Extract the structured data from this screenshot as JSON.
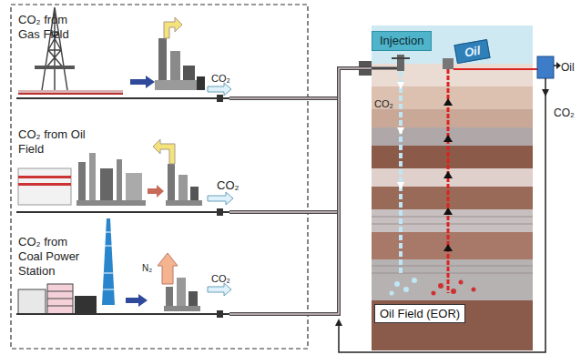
{
  "diagram": {
    "nodes": [
      {
        "text": [
          "CO₂ from Gas Field"
        ]
      },
      {
        "text": [
          "CO₂ from Oil Field"
        ]
      },
      {
        "text": [
          "CO₂ from Coal Power Station"
        ]
      },
      {
        "text": [
          "Oil Field (EOR)"
        ]
      },
      {
        "text": [
          "Injection"
        ],
        "in": 3
      },
      {
        "text": [
          "Oil"
        ],
        "in": 3
      }
    ],
    "edges": [
      {
        "from": 0,
        "to": 3,
        "arrow": "none"
      },
      {
        "from": 1,
        "to": 3,
        "arrow": "none"
      },
      {
        "from": 2,
        "to": 3,
        "arrow": "none"
      }
    ],
    "labels": [
      "CO₂",
      "Oil",
      "CO₂",
      "CO₂",
      "CO₂",
      "N₂",
      "CO₂"
    ]
  }
}
